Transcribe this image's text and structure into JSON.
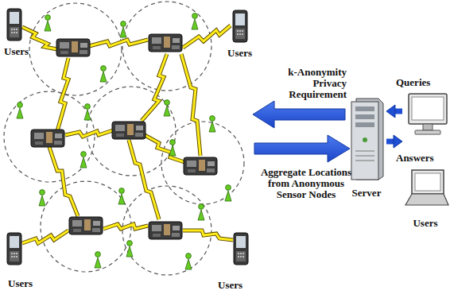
{
  "diagram": {
    "nodes": [
      {
        "text": [
          "Server"
        ]
      },
      {
        "text": [
          "Users"
        ]
      }
    ],
    "edges": [
      {
        "from": 1,
        "to": 0,
        "arrow": "to",
        "label": "Queries"
      },
      {
        "from": 0,
        "to": 1,
        "arrow": "to",
        "label": "Answers"
      }
    ],
    "labels": [
      "Users",
      "Users",
      "k-Anonymity Privacy Requirement",
      "Aggregate Locations from Anonymous Sensor Nodes",
      "Users",
      "Users"
    ]
  }
}
